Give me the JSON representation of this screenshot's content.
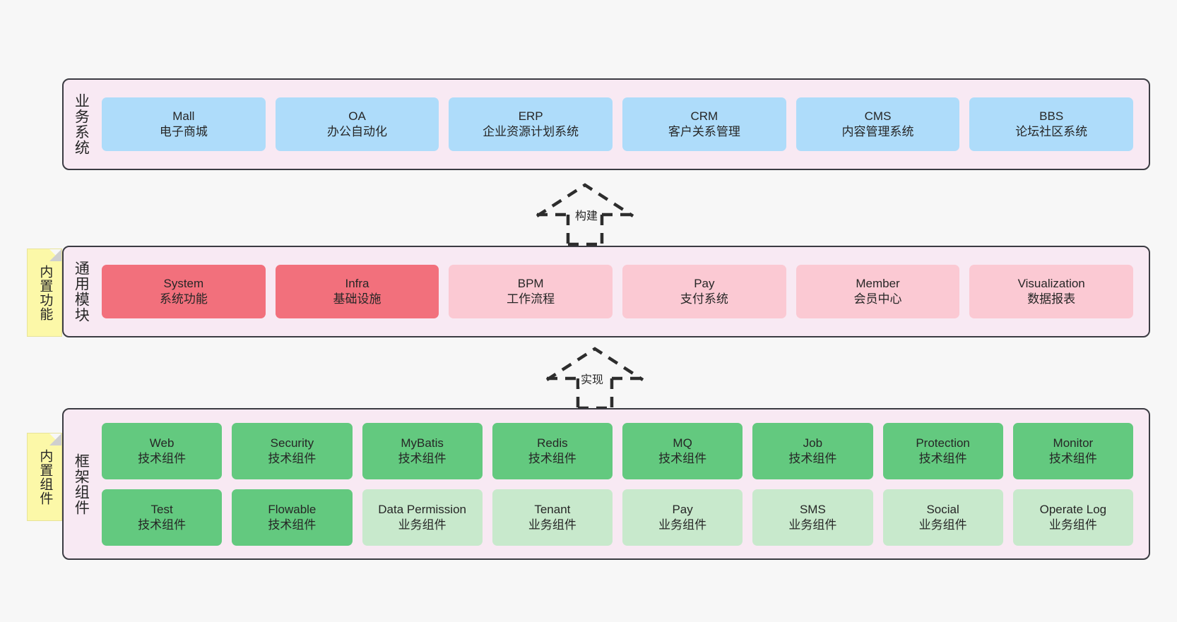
{
  "diagram": {
    "background_color": "#f7f7f7",
    "panel_background": "#f8e9f3",
    "panel_border": "#3b3b42"
  },
  "notes": [
    {
      "id": "builtin-function",
      "text": "内置功能"
    },
    {
      "id": "builtin-component",
      "text": "内置组件"
    }
  ],
  "arrows": [
    {
      "id": "build",
      "label": "构建",
      "style": "dashed-hollow-up"
    },
    {
      "id": "implement",
      "label": "实现",
      "style": "dashed-hollow-up"
    }
  ],
  "panels": [
    {
      "id": "business-system",
      "title": "业务系统",
      "rows": [
        {
          "cells": [
            {
              "en": "Mall",
              "cn": "电子商城",
              "color": "#aedcfa",
              "variant": "c-blue"
            },
            {
              "en": "OA",
              "cn": "办公自动化",
              "color": "#aedcfa",
              "variant": "c-blue"
            },
            {
              "en": "ERP",
              "cn": "企业资源计划系统",
              "color": "#aedcfa",
              "variant": "c-blue"
            },
            {
              "en": "CRM",
              "cn": "客户关系管理",
              "color": "#aedcfa",
              "variant": "c-blue"
            },
            {
              "en": "CMS",
              "cn": "内容管理系统",
              "color": "#aedcfa",
              "variant": "c-blue"
            },
            {
              "en": "BBS",
              "cn": "论坛社区系统",
              "color": "#aedcfa",
              "variant": "c-blue"
            }
          ]
        }
      ]
    },
    {
      "id": "common-module",
      "title": "通用模块",
      "rows": [
        {
          "cells": [
            {
              "en": "System",
              "cn": "系统功能",
              "color": "#f2707c",
              "variant": "c-red"
            },
            {
              "en": "Infra",
              "cn": "基础设施",
              "color": "#f2707c",
              "variant": "c-red"
            },
            {
              "en": "BPM",
              "cn": "工作流程",
              "color": "#fbc9d3",
              "variant": "c-pink"
            },
            {
              "en": "Pay",
              "cn": "支付系统",
              "color": "#fbc9d3",
              "variant": "c-pink"
            },
            {
              "en": "Member",
              "cn": "会员中心",
              "color": "#fbc9d3",
              "variant": "c-pink"
            },
            {
              "en": "Visualization",
              "cn": "数据报表",
              "color": "#fbc9d3",
              "variant": "c-pink"
            }
          ]
        }
      ]
    },
    {
      "id": "framework-component",
      "title": "框架组件",
      "rows": [
        {
          "cells": [
            {
              "en": "Web",
              "cn": "技术组件",
              "color": "#63c97f",
              "variant": "c-green"
            },
            {
              "en": "Security",
              "cn": "技术组件",
              "color": "#63c97f",
              "variant": "c-green"
            },
            {
              "en": "MyBatis",
              "cn": "技术组件",
              "color": "#63c97f",
              "variant": "c-green"
            },
            {
              "en": "Redis",
              "cn": "技术组件",
              "color": "#63c97f",
              "variant": "c-green"
            },
            {
              "en": "MQ",
              "cn": "技术组件",
              "color": "#63c97f",
              "variant": "c-green"
            },
            {
              "en": "Job",
              "cn": "技术组件",
              "color": "#63c97f",
              "variant": "c-green"
            },
            {
              "en": "Protection",
              "cn": "技术组件",
              "color": "#63c97f",
              "variant": "c-green"
            },
            {
              "en": "Monitor",
              "cn": "技术组件",
              "color": "#63c97f",
              "variant": "c-green"
            }
          ]
        },
        {
          "cells": [
            {
              "en": "Test",
              "cn": "技术组件",
              "color": "#63c97f",
              "variant": "c-green"
            },
            {
              "en": "Flowable",
              "cn": "技术组件",
              "color": "#63c97f",
              "variant": "c-green"
            },
            {
              "en": "Data Permission",
              "cn": "业务组件",
              "color": "#c8e9cc",
              "variant": "c-lightgreen"
            },
            {
              "en": "Tenant",
              "cn": "业务组件",
              "color": "#c8e9cc",
              "variant": "c-lightgreen"
            },
            {
              "en": "Pay",
              "cn": "业务组件",
              "color": "#c8e9cc",
              "variant": "c-lightgreen"
            },
            {
              "en": "SMS",
              "cn": "业务组件",
              "color": "#c8e9cc",
              "variant": "c-lightgreen"
            },
            {
              "en": "Social",
              "cn": "业务组件",
              "color": "#c8e9cc",
              "variant": "c-lightgreen"
            },
            {
              "en": "Operate Log",
              "cn": "业务组件",
              "color": "#c8e9cc",
              "variant": "c-lightgreen"
            }
          ]
        }
      ]
    }
  ]
}
